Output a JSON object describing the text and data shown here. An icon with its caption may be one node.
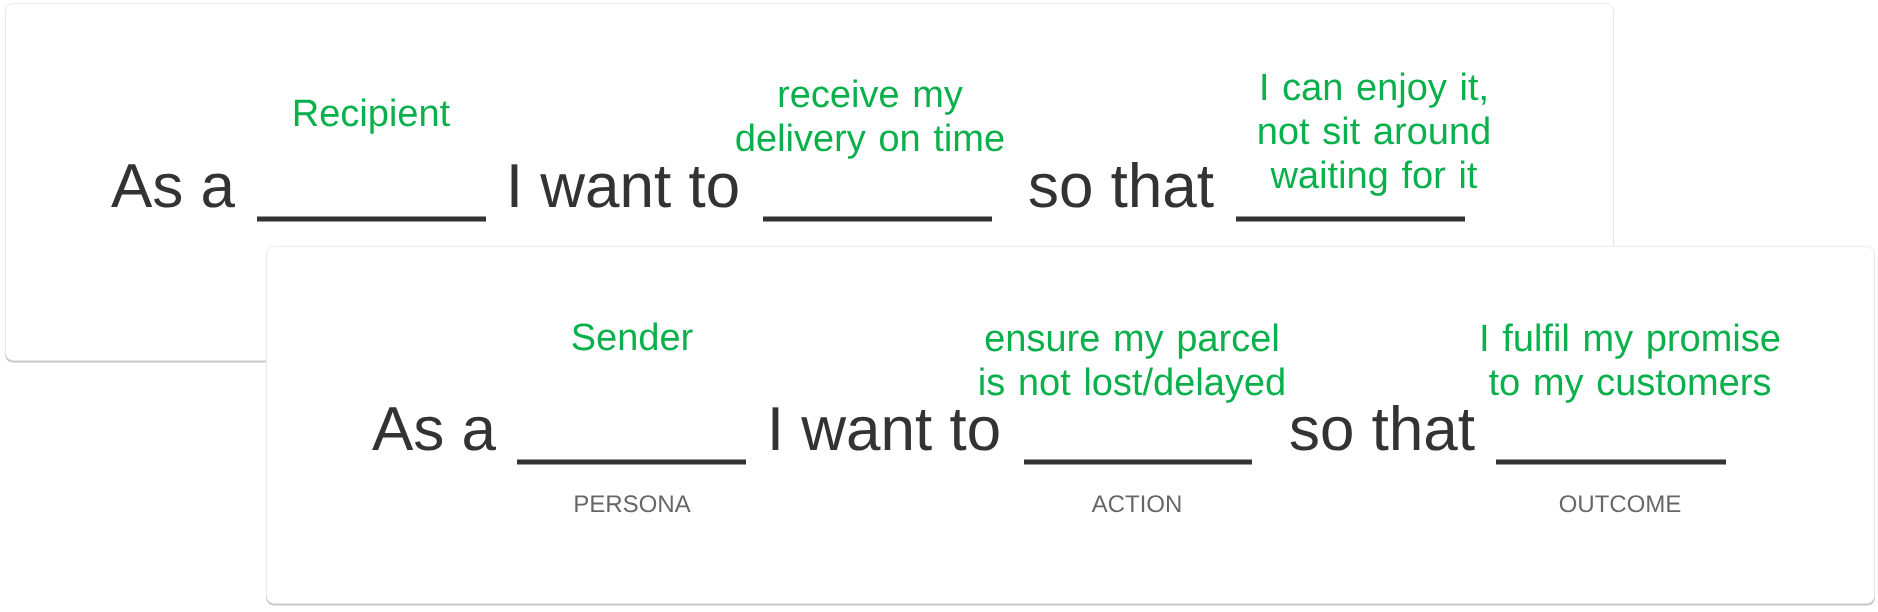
{
  "diagram": {
    "nodes": [
      {
        "text": [
          "As a",
          "I want to",
          "so that"
        ]
      },
      {
        "text": [
          "Recipient"
        ],
        "in": 0
      },
      {
        "text": [
          "receive my delivery on time"
        ],
        "in": 0
      },
      {
        "text": [
          "I can enjoy it, not sit around waiting for it"
        ],
        "in": 0
      },
      {
        "text": [
          "As a",
          "I want to",
          "so that"
        ]
      },
      {
        "text": [
          "Sender"
        ],
        "beside": [
          "PERSONA"
        ],
        "in": 4
      },
      {
        "text": [
          "ensure my parcel is not lost/delayed"
        ],
        "beside": [
          "ACTION"
        ],
        "in": 4
      },
      {
        "text": [
          "I fulfil my promise to my customers"
        ],
        "beside": [
          "OUTCOME"
        ],
        "in": 4
      }
    ]
  }
}
